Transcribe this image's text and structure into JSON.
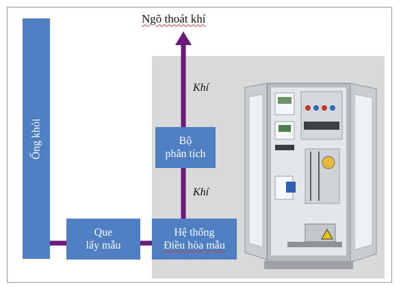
{
  "outlet_label": "Ngõ thoát khí",
  "gas_label_top": "Khí",
  "gas_label_bottom": "Khí",
  "chimney_label": "Ống khói",
  "probe_label_line1": "Que",
  "probe_label_line2": "lấy mẫu",
  "conditioning_line1": "Hệ thống",
  "conditioning_line2": "Điều hòa mẫu",
  "analyzer_line1": "Bộ",
  "analyzer_line2": "phân tích",
  "colors": {
    "box_fill": "#4f7fc3",
    "flow_line": "#6a1b7a",
    "panel_bg": "#d9d9d9"
  }
}
